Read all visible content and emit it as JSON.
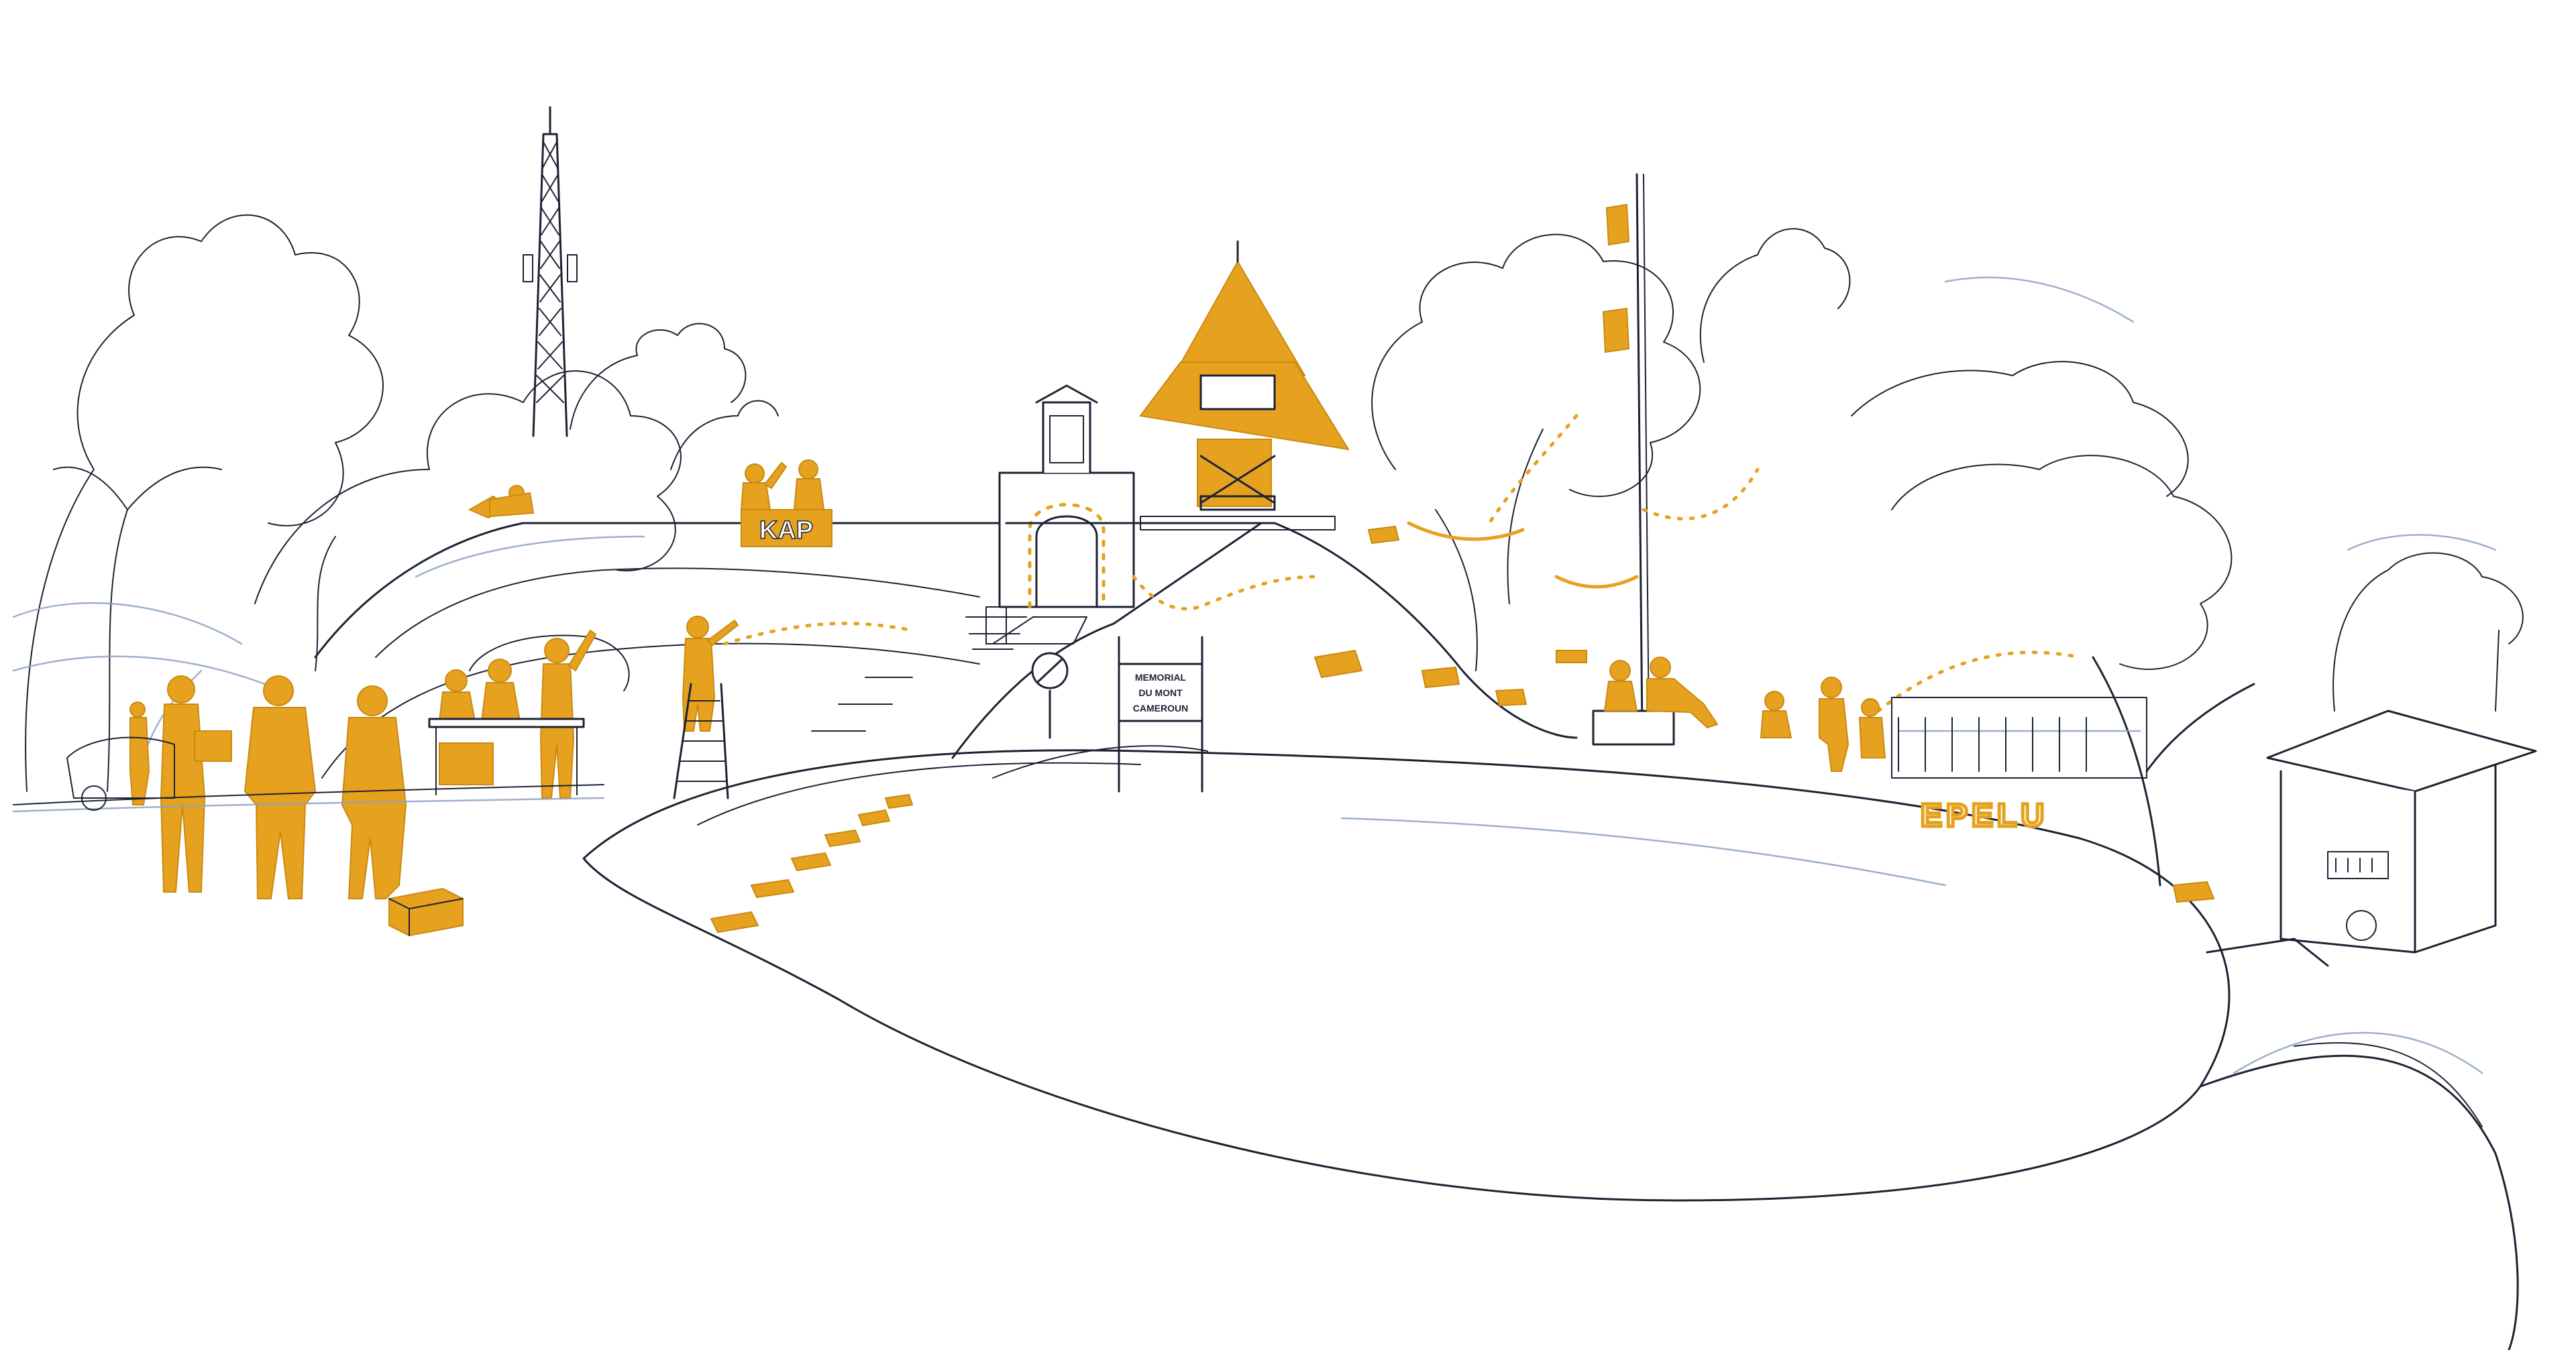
{
  "illustration": {
    "signs": {
      "kap_banner": "KAP",
      "epelu_lettering": "EPELU",
      "memorial_sign": [
        "MEMORIAL",
        "DU MONT",
        "CAMEROUN"
      ]
    }
  },
  "colors": {
    "accent": "#e6a21f",
    "ink": "#1d2233",
    "pencil": "#8da2c2",
    "paper": "#ffffff"
  }
}
